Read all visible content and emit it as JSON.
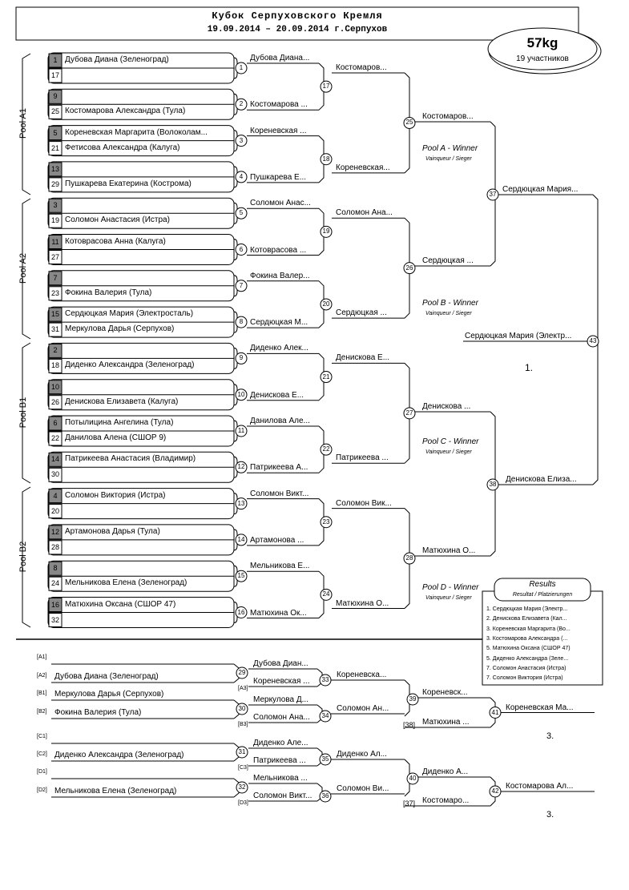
{
  "header": {
    "title": "Кубок Серпуховского Кремля",
    "subtitle": "19.09.2014 – 20.09.2014 г.Серпухов",
    "weight": "57kg",
    "participants": "19 участников"
  },
  "pools": [
    "Pool A1",
    "Pool A2",
    "Pool B1",
    "Pool B2"
  ],
  "entries": [
    {
      "seed": "1",
      "name": "Дубова Диана (Зеленоград)",
      "dark": true
    },
    {
      "seed": "17",
      "name": "",
      "dark": false
    },
    {
      "seed": "9",
      "name": "",
      "dark": true
    },
    {
      "seed": "25",
      "name": "Костомарова Александра (Тула)",
      "dark": false
    },
    {
      "seed": "5",
      "name": "Кореневская Маргарита (Волоколам...",
      "dark": true
    },
    {
      "seed": "21",
      "name": "Фетисова Александра (Калуга)",
      "dark": false
    },
    {
      "seed": "13",
      "name": "",
      "dark": true
    },
    {
      "seed": "29",
      "name": "Пушкарева Екатерина (Кострома)",
      "dark": false
    },
    {
      "seed": "3",
      "name": "",
      "dark": true
    },
    {
      "seed": "19",
      "name": "Соломон Анастасия (Истра)",
      "dark": false
    },
    {
      "seed": "11",
      "name": "Котоврасова Анна (Калуга)",
      "dark": true
    },
    {
      "seed": "27",
      "name": "",
      "dark": false
    },
    {
      "seed": "7",
      "name": "",
      "dark": true
    },
    {
      "seed": "23",
      "name": "Фокина Валерия (Тула)",
      "dark": false
    },
    {
      "seed": "15",
      "name": "Сердюцкая Мария (Электросталь)",
      "dark": true
    },
    {
      "seed": "31",
      "name": "Меркулова Дарья (Серпухов)",
      "dark": false
    },
    {
      "seed": "2",
      "name": "",
      "dark": true
    },
    {
      "seed": "18",
      "name": "Диденко Александра (Зеленоград)",
      "dark": false
    },
    {
      "seed": "10",
      "name": "",
      "dark": true
    },
    {
      "seed": "26",
      "name": "Денискова Елизавета (Калуга)",
      "dark": false
    },
    {
      "seed": "6",
      "name": "Потылицина Ангелина (Тула)",
      "dark": true
    },
    {
      "seed": "22",
      "name": "Данилова Алена (СШОР 9)",
      "dark": false
    },
    {
      "seed": "14",
      "name": "Патрикеева Анастасия (Владимир)",
      "dark": true
    },
    {
      "seed": "30",
      "name": "",
      "dark": false
    },
    {
      "seed": "4",
      "name": "Соломон Виктория (Истра)",
      "dark": true
    },
    {
      "seed": "20",
      "name": "",
      "dark": false
    },
    {
      "seed": "12",
      "name": "Артамонова Дарья (Тула)",
      "dark": true
    },
    {
      "seed": "28",
      "name": "",
      "dark": false
    },
    {
      "seed": "8",
      "name": "",
      "dark": true
    },
    {
      "seed": "24",
      "name": "Мельникова Елена (Зеленоград)",
      "dark": false
    },
    {
      "seed": "16",
      "name": "Матюхина Оксана (СШОР 47)",
      "dark": true
    },
    {
      "seed": "32",
      "name": "",
      "dark": false
    }
  ],
  "round1": [
    {
      "n": "1",
      "w": "Дубова Диана..."
    },
    {
      "n": "2",
      "w": "Костомарова ..."
    },
    {
      "n": "3",
      "w": "Кореневская ..."
    },
    {
      "n": "4",
      "w": "Пушкарева Е..."
    },
    {
      "n": "5",
      "w": "Соломон Анас..."
    },
    {
      "n": "6",
      "w": "Котоврасова ..."
    },
    {
      "n": "7",
      "w": "Фокина Валер..."
    },
    {
      "n": "8",
      "w": "Сердюцкая М..."
    },
    {
      "n": "9",
      "w": "Диденко Алек..."
    },
    {
      "n": "10",
      "w": "Денискова Е..."
    },
    {
      "n": "11",
      "w": "Данилова Але..."
    },
    {
      "n": "12",
      "w": "Патрикеева А..."
    },
    {
      "n": "13",
      "w": "Соломон Викт..."
    },
    {
      "n": "14",
      "w": "Артамонова ..."
    },
    {
      "n": "15",
      "w": "Мельникова Е..."
    },
    {
      "n": "16",
      "w": "Матюхина Ок..."
    }
  ],
  "round2": [
    {
      "n": "17",
      "w": "Костомаров..."
    },
    {
      "n": "18",
      "w": "Кореневская..."
    },
    {
      "n": "19",
      "w": "Соломон Ана..."
    },
    {
      "n": "20",
      "w": "Сердюцкая ..."
    },
    {
      "n": "21",
      "w": "Денискова Е..."
    },
    {
      "n": "22",
      "w": "Патрикеева ..."
    },
    {
      "n": "23",
      "w": "Соломон Вик..."
    },
    {
      "n": "24",
      "w": "Матюхина О..."
    }
  ],
  "round3": [
    {
      "n": "25",
      "w": "Костомаров..."
    },
    {
      "n": "26",
      "w": "Сердюцкая ..."
    },
    {
      "n": "27",
      "w": "Денискова ..."
    },
    {
      "n": "28",
      "w": "Матюхина О..."
    }
  ],
  "pool_winners": [
    {
      "label": "Pool A - Winner",
      "sub": "Vainqueur / Sieger"
    },
    {
      "label": "Pool B - Winner",
      "sub": "Vainqueur / Sieger"
    },
    {
      "label": "Pool C - Winner",
      "sub": "Vainqueur / Sieger"
    },
    {
      "label": "Pool D - Winner",
      "sub": "Vainqueur / Sieger"
    }
  ],
  "semis": [
    {
      "n": "37",
      "w": "Сердюцкая Мария..."
    },
    {
      "n": "38",
      "w": "Денискова Елиза..."
    }
  ],
  "final": {
    "n": "43",
    "winner": "Сердюцкая Мария (Электр...",
    "place": "1."
  },
  "results": {
    "title": "Results",
    "sub": "Resultat / Platzierungen",
    "items": [
      "1. Сердюцкая Мария (Электр...",
      "2. Денискова Елизавета (Кал...",
      "3. Кореневская Маргарита (Во...",
      "3. Костомарова Александра (...",
      "5. Матюхина Оксана (СШОР 47)",
      "5. Диденко Александра (Зеле...",
      "7. Соломон Анастасия (Истра)",
      "7. Соломон Виктория (Истра)"
    ]
  },
  "repechage": {
    "slots": [
      {
        "tag": "[A1]",
        "name": ""
      },
      {
        "tag": "[A2]",
        "name": "Дубова Диана (Зеленоград)"
      },
      {
        "tag": "[B1]",
        "name": "Меркулова Дарья (Серпухов)"
      },
      {
        "tag": "[B2]",
        "name": "Фокина Валерия (Тула)"
      },
      {
        "tag": "[C1]",
        "name": ""
      },
      {
        "tag": "[C2]",
        "name": "Диденко Александра (Зеленоград)"
      },
      {
        "tag": "[D1]",
        "name": ""
      },
      {
        "tag": "[D2]",
        "name": "Мельникова Елена (Зеленоград)"
      }
    ],
    "r1": [
      {
        "n": "29",
        "w": "Дубова Диан..."
      },
      {
        "n": "30",
        "w": "Меркулова Д..."
      },
      {
        "n": "31",
        "w": "Диденко Але..."
      },
      {
        "n": "32",
        "w": "Мельникова ..."
      }
    ],
    "entrants": [
      {
        "tag": "[A3]",
        "name": "Кореневская ..."
      },
      {
        "tag": "[B3]",
        "name": "Соломон Ана..."
      },
      {
        "tag": "[C3]",
        "name": "Патрикеева ..."
      },
      {
        "tag": "[D3]",
        "name": "Соломон Викт..."
      }
    ],
    "r2": [
      {
        "n": "33",
        "w": "Кореневска..."
      },
      {
        "n": "34",
        "w": "Соломон Ан..."
      },
      {
        "n": "35",
        "w": "Диденко Ал..."
      },
      {
        "n": "36",
        "w": "Соломон Ви..."
      }
    ],
    "r3": [
      {
        "n": "39",
        "w": "Кореневск..."
      },
      {
        "n": "40",
        "w": "Диденко А..."
      }
    ],
    "losers": [
      {
        "tag": "[38]",
        "name": "Матюхина ..."
      },
      {
        "tag": "[37]",
        "name": "Костомаро..."
      }
    ],
    "bronze": [
      {
        "n": "41",
        "w": "Кореневская Ма...",
        "place": "3."
      },
      {
        "n": "42",
        "w": "Костомарова Ал...",
        "place": "3."
      }
    ]
  }
}
